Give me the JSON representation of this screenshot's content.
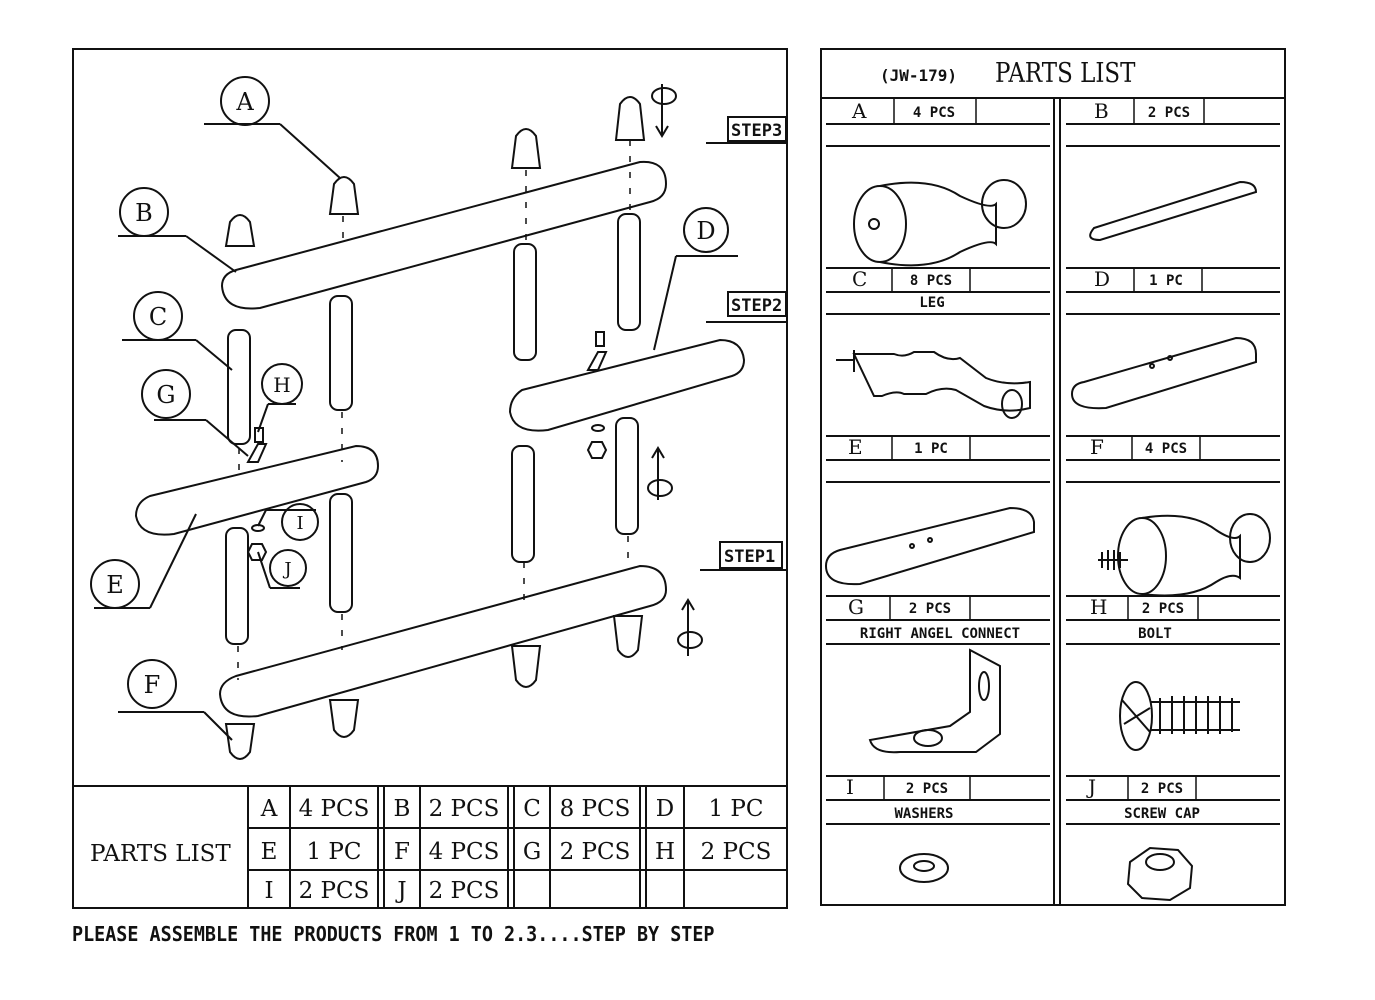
{
  "footer": {
    "note": "PLEASE ASSEMBLE THE PRODUCTS FROM 1 TO 2.3....STEP BY STEP"
  },
  "diagram": {
    "steps": [
      "STEP3",
      "STEP2",
      "STEP1"
    ],
    "callouts": [
      "A",
      "B",
      "C",
      "D",
      "G",
      "H",
      "I",
      "J",
      "E",
      "F"
    ]
  },
  "bottom_table": {
    "title": "PARTS LIST",
    "rows": [
      [
        {
          "part": "A",
          "qty": "4 PCS"
        },
        {
          "part": "B",
          "qty": "2 PCS"
        },
        {
          "part": "C",
          "qty": "8 PCS"
        },
        {
          "part": "D",
          "qty": "1 PC"
        }
      ],
      [
        {
          "part": "E",
          "qty": "1 PC"
        },
        {
          "part": "F",
          "qty": "4 PCS"
        },
        {
          "part": "G",
          "qty": "2 PCS"
        },
        {
          "part": "H",
          "qty": "2 PCS"
        }
      ],
      [
        {
          "part": "I",
          "qty": "2 PCS"
        },
        {
          "part": "J",
          "qty": "2 PCS"
        },
        {
          "part": "",
          "qty": ""
        },
        {
          "part": "",
          "qty": ""
        }
      ]
    ]
  },
  "right_panel": {
    "model": "(JW-179)",
    "title": "PARTS LIST",
    "parts": [
      {
        "letter": "A",
        "qty": "4 PCS",
        "name": "",
        "icon": "finial-knob-icon"
      },
      {
        "letter": "B",
        "qty": "2 PCS",
        "name": "",
        "icon": "shelf-board-icon"
      },
      {
        "letter": "C",
        "qty": "8 PCS",
        "name": "LEG",
        "icon": "spindle-leg-icon"
      },
      {
        "letter": "D",
        "qty": "1 PC",
        "name": "",
        "icon": "short-shelf-icon"
      },
      {
        "letter": "E",
        "qty": "1 PC",
        "name": "",
        "icon": "middle-shelf-icon"
      },
      {
        "letter": "F",
        "qty": "4 PCS",
        "name": "",
        "icon": "screw-foot-icon"
      },
      {
        "letter": "G",
        "qty": "2 PCS",
        "name": "RIGHT ANGEL CONNECT",
        "icon": "angle-bracket-icon"
      },
      {
        "letter": "H",
        "qty": "2 PCS",
        "name": "BOLT",
        "icon": "bolt-icon"
      },
      {
        "letter": "I",
        "qty": "2 PCS",
        "name": "WASHERS",
        "icon": "washer-icon"
      },
      {
        "letter": "J",
        "qty": "2 PCS",
        "name": "SCREW CAP",
        "icon": "nut-icon"
      }
    ]
  }
}
